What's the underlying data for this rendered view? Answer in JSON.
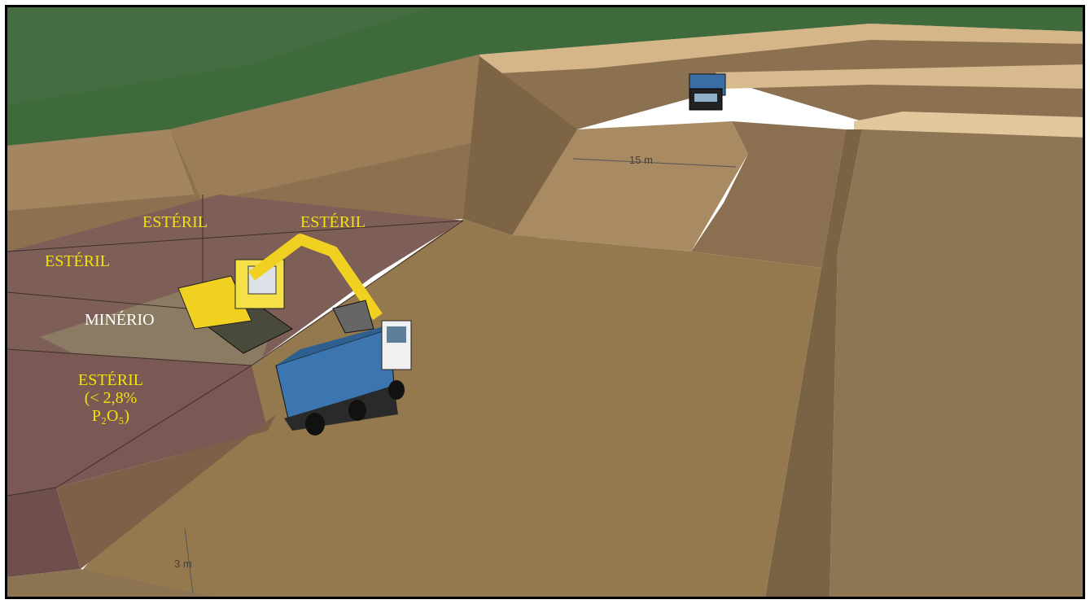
{
  "labels": {
    "esteril_top_left": "ESTÉRIL",
    "esteril_top_right": "ESTÉRIL",
    "esteril_left": "ESTÉRIL",
    "minerio": "MINÉRIO",
    "esteril_bottom_line1": "ESTÉRIL",
    "esteril_bottom_line2": "(< 2,8%",
    "esteril_bottom_line3": "P₂O₅)"
  },
  "dimensions": {
    "ramp_width": "15 m",
    "bench_height": "3 m"
  },
  "colors": {
    "grass": "#3f6a3c",
    "ground": "#8f7552",
    "waste_block": "#7a5a5a",
    "ore_block": "#8a7a62",
    "label_yellow": "#f2e20a",
    "label_white": "#ffffff"
  }
}
